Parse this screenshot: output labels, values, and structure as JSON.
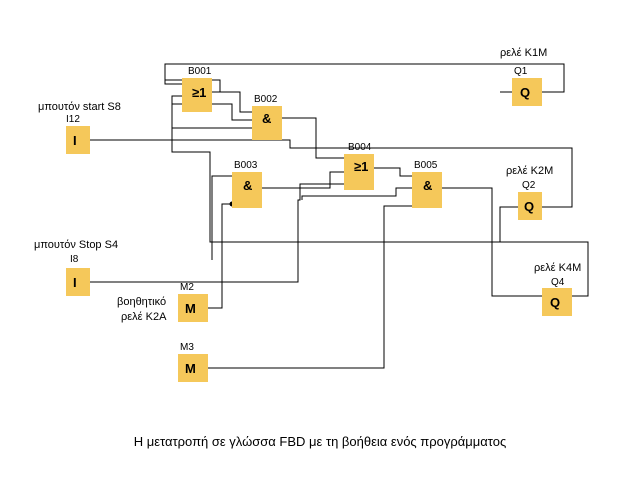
{
  "diagram": {
    "caption": "Η μετατροπή σε γλώσσα FBD με τη βοήθεια ενός προγράμματος",
    "inputs": {
      "I12": {
        "id": "I12",
        "symbol": "I",
        "description": "μπουτόν start S8"
      },
      "I8": {
        "id": "I8",
        "symbol": "I",
        "description": "μπουτόν Stop S4"
      }
    },
    "flags": {
      "M2": {
        "id": "M2",
        "symbol": "M",
        "description_line1": "βοηθητικό",
        "description_line2": "ρελέ K2A"
      },
      "M3": {
        "id": "M3",
        "symbol": "M"
      }
    },
    "gates": {
      "B001": {
        "id": "B001",
        "symbol": "≥1"
      },
      "B002": {
        "id": "B002",
        "symbol": "&"
      },
      "B003": {
        "id": "B003",
        "symbol": "&"
      },
      "B004": {
        "id": "B004",
        "symbol": "≥1"
      },
      "B005": {
        "id": "B005",
        "symbol": "&"
      }
    },
    "outputs": {
      "Q1": {
        "id": "Q1",
        "symbol": "Q",
        "description": "ρελέ K1M"
      },
      "Q2": {
        "id": "Q2",
        "symbol": "Q",
        "description": "ρελέ K2M"
      },
      "Q4": {
        "id": "Q4",
        "symbol": "Q",
        "description": "ρελέ K4M"
      }
    }
  }
}
